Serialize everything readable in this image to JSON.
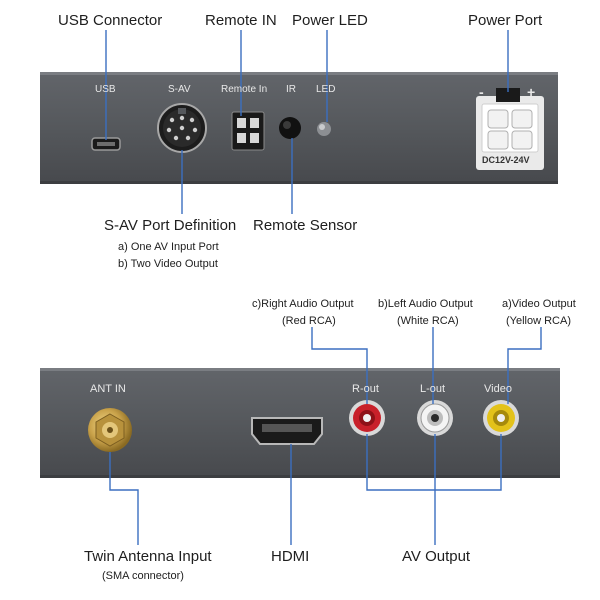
{
  "top_callouts": {
    "usb_connector": "USB Connector",
    "remote_in": "Remote IN",
    "power_led": "Power LED",
    "power_port": "Power Port",
    "sav_port_definition": "S-AV Port Definition",
    "sav_notes": [
      "a) One AV Input Port",
      "b) Two Video Output"
    ],
    "remote_sensor": "Remote Sensor"
  },
  "top_panel": {
    "usb": "USB",
    "sav": "S-AV",
    "remote_in": "Remote In",
    "ir": "IR",
    "led": "LED",
    "minus": "-",
    "plus": "+",
    "dc": "DC12V-24V"
  },
  "bottom_callouts": {
    "right_audio": "c)Right Audio Output",
    "right_audio_sub": "(Red RCA)",
    "left_audio": "b)Left Audio Output",
    "left_audio_sub": "(White RCA)",
    "video_out": "a)Video Output",
    "video_out_sub": "(Yellow RCA)",
    "twin_antenna": "Twin Antenna Input",
    "twin_antenna_sub": "(SMA connector)",
    "hdmi": "HDMI",
    "av_output": "AV Output"
  },
  "bottom_panel": {
    "ant_in": "ANT IN",
    "r_out": "R-out",
    "l_out": "L-out",
    "video": "Video"
  },
  "colors": {
    "panel": "#55585c",
    "leader_line": "#3b6fc0",
    "rca_red": "#c8202a",
    "rca_white": "#e6e6e6",
    "rca_yellow": "#e3c21a",
    "sma_gold": "#c9a24a"
  }
}
